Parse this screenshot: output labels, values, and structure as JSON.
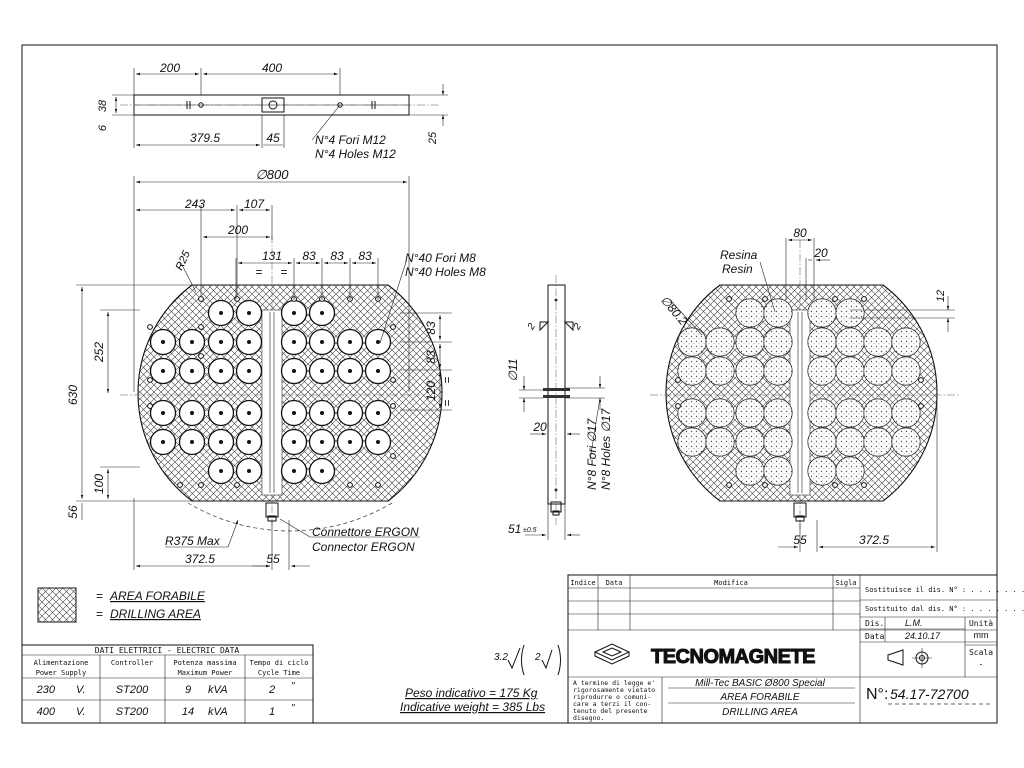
{
  "top_view": {
    "dim_200": "200",
    "dim_400": "400",
    "dim_38": "38",
    "dim_6": "6",
    "dim_379_5": "379.5",
    "dim_45": "45",
    "dim_25": "25",
    "holes_it": "N°4 Fori M12",
    "holes_en": "N°4 Holes M12"
  },
  "front_view": {
    "diameter": "∅800",
    "dim_243": "243",
    "dim_107": "107",
    "dim_200": "200",
    "dim_131": "131",
    "dim_83a": "83",
    "dim_83b": "83",
    "dim_83c": "83",
    "r25": "R25",
    "holes_it": "N°40 Fori M8",
    "holes_en": "N°40 Holes M8",
    "dim_252": "252",
    "dim_630": "630",
    "dim_100": "100",
    "dim_56": "56",
    "dim_83v1": "83",
    "dim_83v2": "83",
    "dim_120": "120",
    "eq": "=",
    "r375": "R375 Max",
    "dim_372_5": "372.5",
    "dim_55": "55",
    "connector_it": "Connettore ERGON",
    "connector_en": "Connector ERGON"
  },
  "side_view": {
    "slope_2a": "2",
    "slope_2b": "2",
    "dia_11": "∅11",
    "dim_20": "20",
    "dim_51": "51",
    "tol": "±0.5",
    "holes_it": "N°8 Fori ∅17",
    "holes_en": "N°8 Holes ∅17"
  },
  "right_view": {
    "dim_80": "80",
    "dim_20": "20",
    "resin_it": "Resina",
    "resin_en": "Resin",
    "dia_80_2": "∅80.2",
    "dim_12": "12",
    "dim_55": "55",
    "dim_372_5": "372.5"
  },
  "legend": {
    "eq1": "=",
    "eq2": "=",
    "area_it": "AREA FORABILE",
    "area_en": "DRILLING AREA"
  },
  "electric_table": {
    "title": "DATI ELETTRICI - ELECTRIC DATA",
    "headers": [
      {
        "it": "Alimentazione",
        "en": "Power Supply"
      },
      {
        "it": "Controller",
        "en": ""
      },
      {
        "it": "Potenza massima",
        "en": "Maximum Power"
      },
      {
        "it": "Tempo di ciclo",
        "en": "Cycle Time"
      }
    ],
    "rows": [
      {
        "supply": "230",
        "unit": "V.",
        "controller": "ST200",
        "power": "9",
        "punit": "kVA",
        "cycle": "2",
        "cunit": "\""
      },
      {
        "supply": "400",
        "unit": "V.",
        "controller": "ST200",
        "power": "14",
        "punit": "kVA",
        "cycle": "1",
        "cunit": "\""
      }
    ]
  },
  "roughness": {
    "r1": "3.2",
    "r2": "2"
  },
  "weight": {
    "it": "Peso indicativo = 175 Kg",
    "en": "Indicative weight = 385 Lbs"
  },
  "title_block": {
    "col_indice": "Indice",
    "col_data": "Data",
    "col_modifica": "Modifica",
    "col_sigla": "Sigla",
    "sostituisce": "Sostituisce il dis. N° : . . . . . . .",
    "sostituito": "Sostituito dal dis. N° : . . . . . . .",
    "dis_label": "Dis.",
    "dis_value": "L.M.",
    "data_label": "Data",
    "data_value": "24.10.17",
    "unita_label": "Unità",
    "unita_value": "mm",
    "scala_label": "Scala",
    "scala_value": "-",
    "logo": "TECNOMAGNETE",
    "legal": [
      "A termine di legge e'",
      "rigorosamente vietato",
      "riprodurre o comuni-",
      "care a terzi il con-",
      "tenuto del presente",
      "disegno."
    ],
    "desc1": "Mill-Tec BASIC Ø800 Special",
    "desc2": "AREA FORABILE",
    "desc3": "DRILLING AREA",
    "number_label": "N°:",
    "number": "54.17-72700"
  }
}
